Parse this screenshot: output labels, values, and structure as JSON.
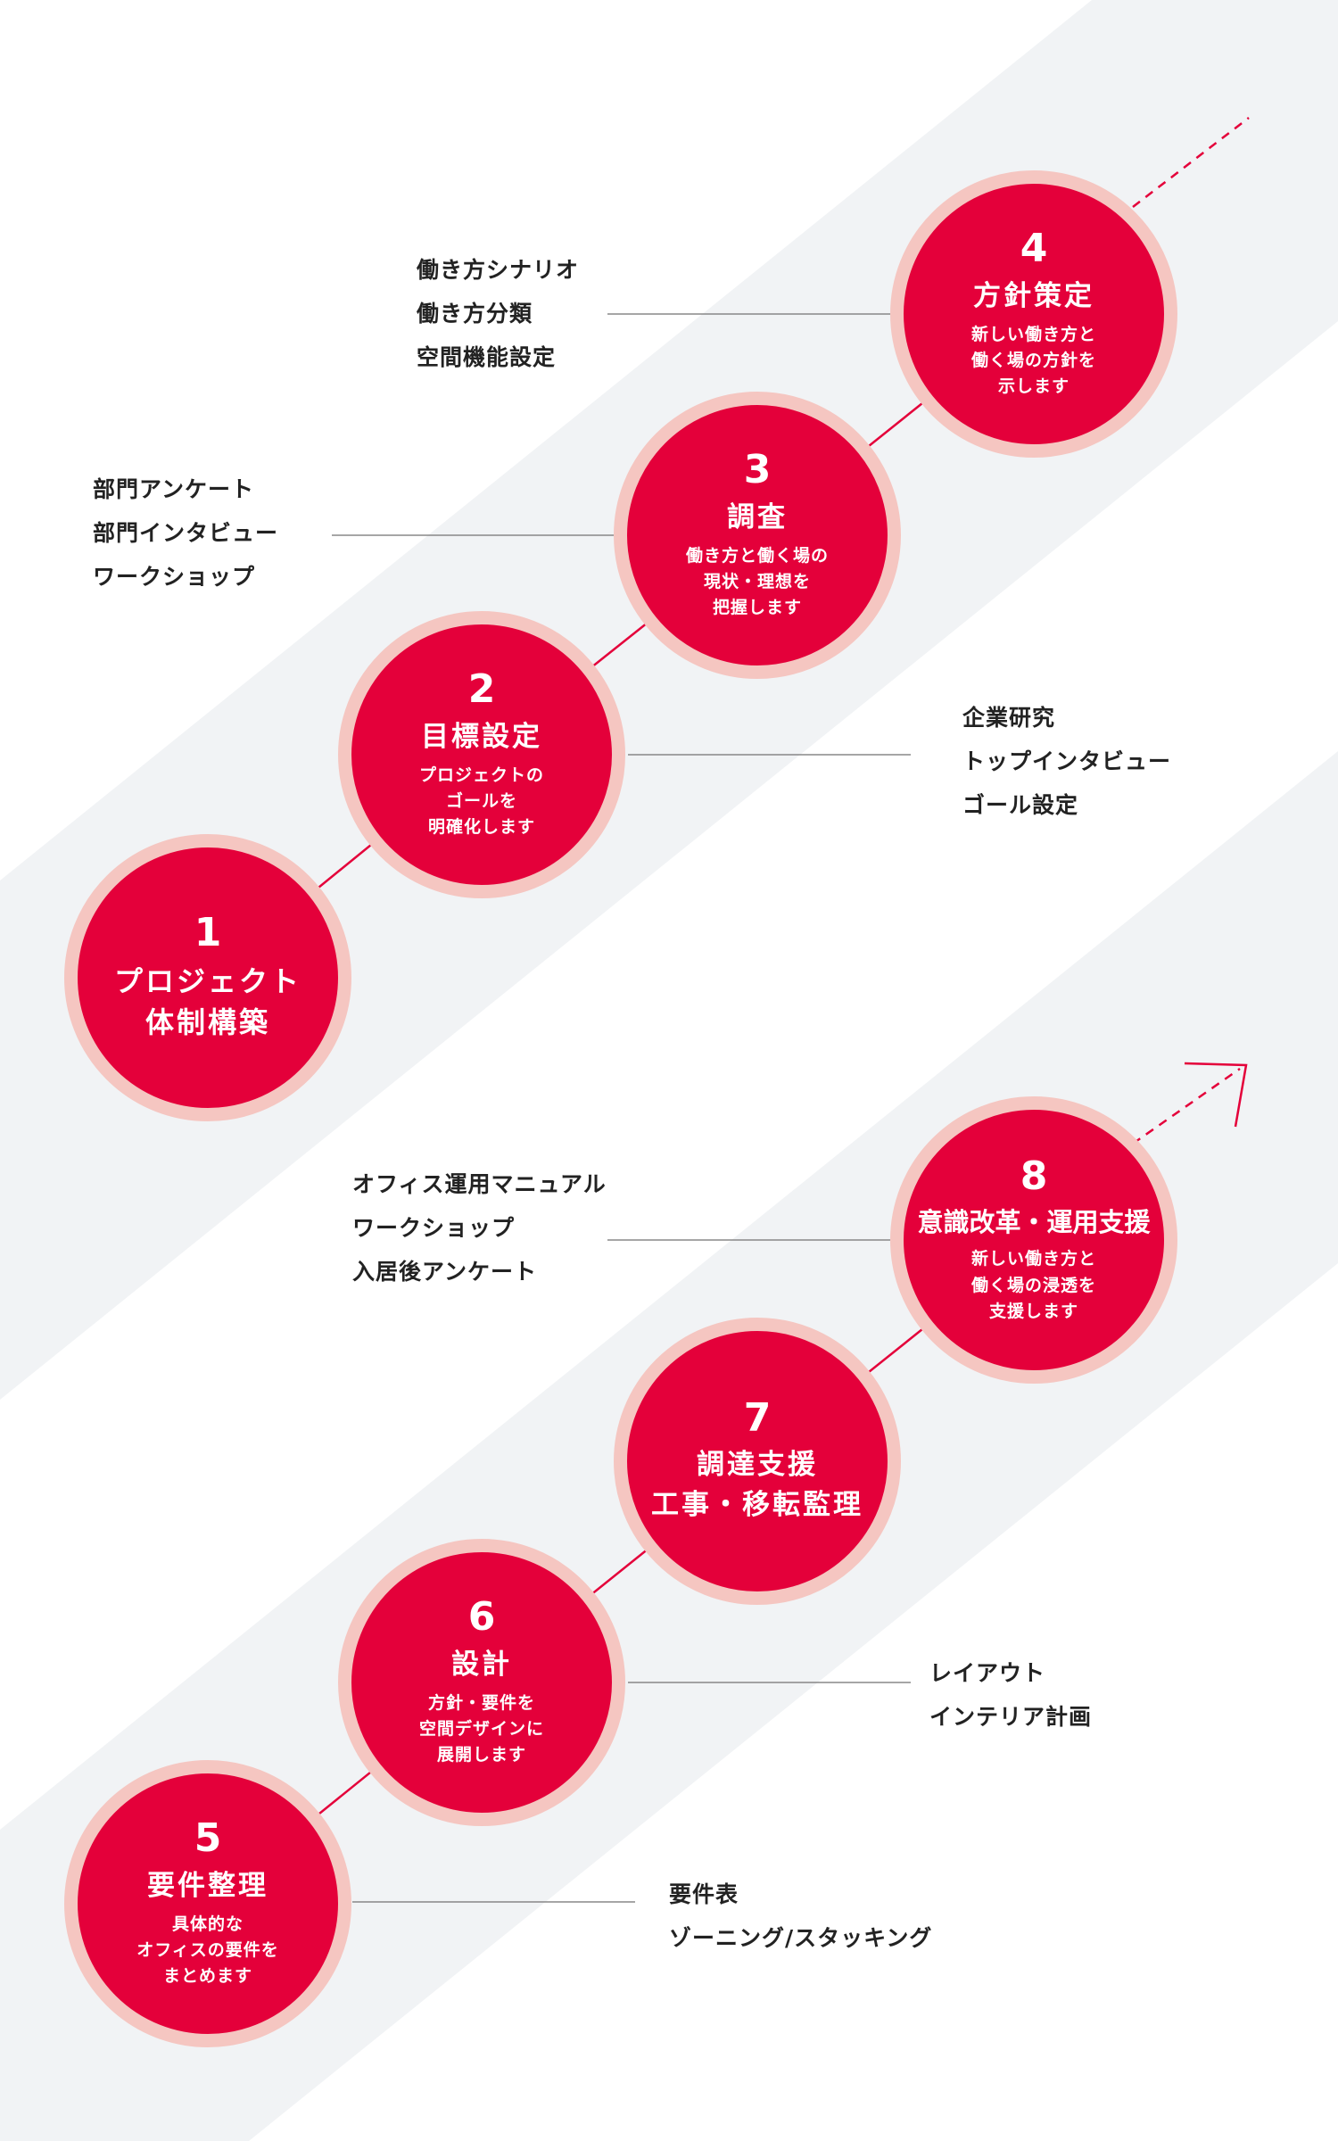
{
  "colors": {
    "accent": "#e4003a",
    "ring": "#f5c6c1",
    "band": "#f1f3f5",
    "text": "#222222"
  },
  "steps": [
    {
      "number": "1",
      "title": "プロジェクト\n体制構築",
      "desc": ""
    },
    {
      "number": "2",
      "title": "目標設定",
      "desc": "プロジェクトの\nゴールを\n明確化します"
    },
    {
      "number": "3",
      "title": "調査",
      "desc": "働き方と働く場の\n現状・理想を\n把握します"
    },
    {
      "number": "4",
      "title": "方針策定",
      "desc": "新しい働き方と\n働く場の方針を\n示します"
    },
    {
      "number": "5",
      "title": "要件整理",
      "desc": "具体的な\nオフィスの要件を\nまとめます"
    },
    {
      "number": "6",
      "title": "設計",
      "desc": "方針・要件を\n空間デザインに\n展開します"
    },
    {
      "number": "7",
      "title": "調達支援\n工事・移転監理",
      "desc": ""
    },
    {
      "number": "8",
      "title": "意識改革・運用支援",
      "desc": "新しい働き方と\n働く場の浸透を\n支援します"
    }
  ],
  "labels": {
    "step2": [
      "企業研究",
      "トップインタビュー",
      "ゴール設定"
    ],
    "step3": [
      "部門アンケート",
      "部門インタビュー",
      "ワークショップ"
    ],
    "step4": [
      "働き方シナリオ",
      "働き方分類",
      "空間機能設定"
    ],
    "step5": [
      "要件表",
      "ゾーニング/スタッキング"
    ],
    "step6": [
      "レイアウト",
      "インテリア計画"
    ],
    "step8": [
      "オフィス運用マニュアル",
      "ワークショップ",
      "入居後アンケート"
    ]
  }
}
